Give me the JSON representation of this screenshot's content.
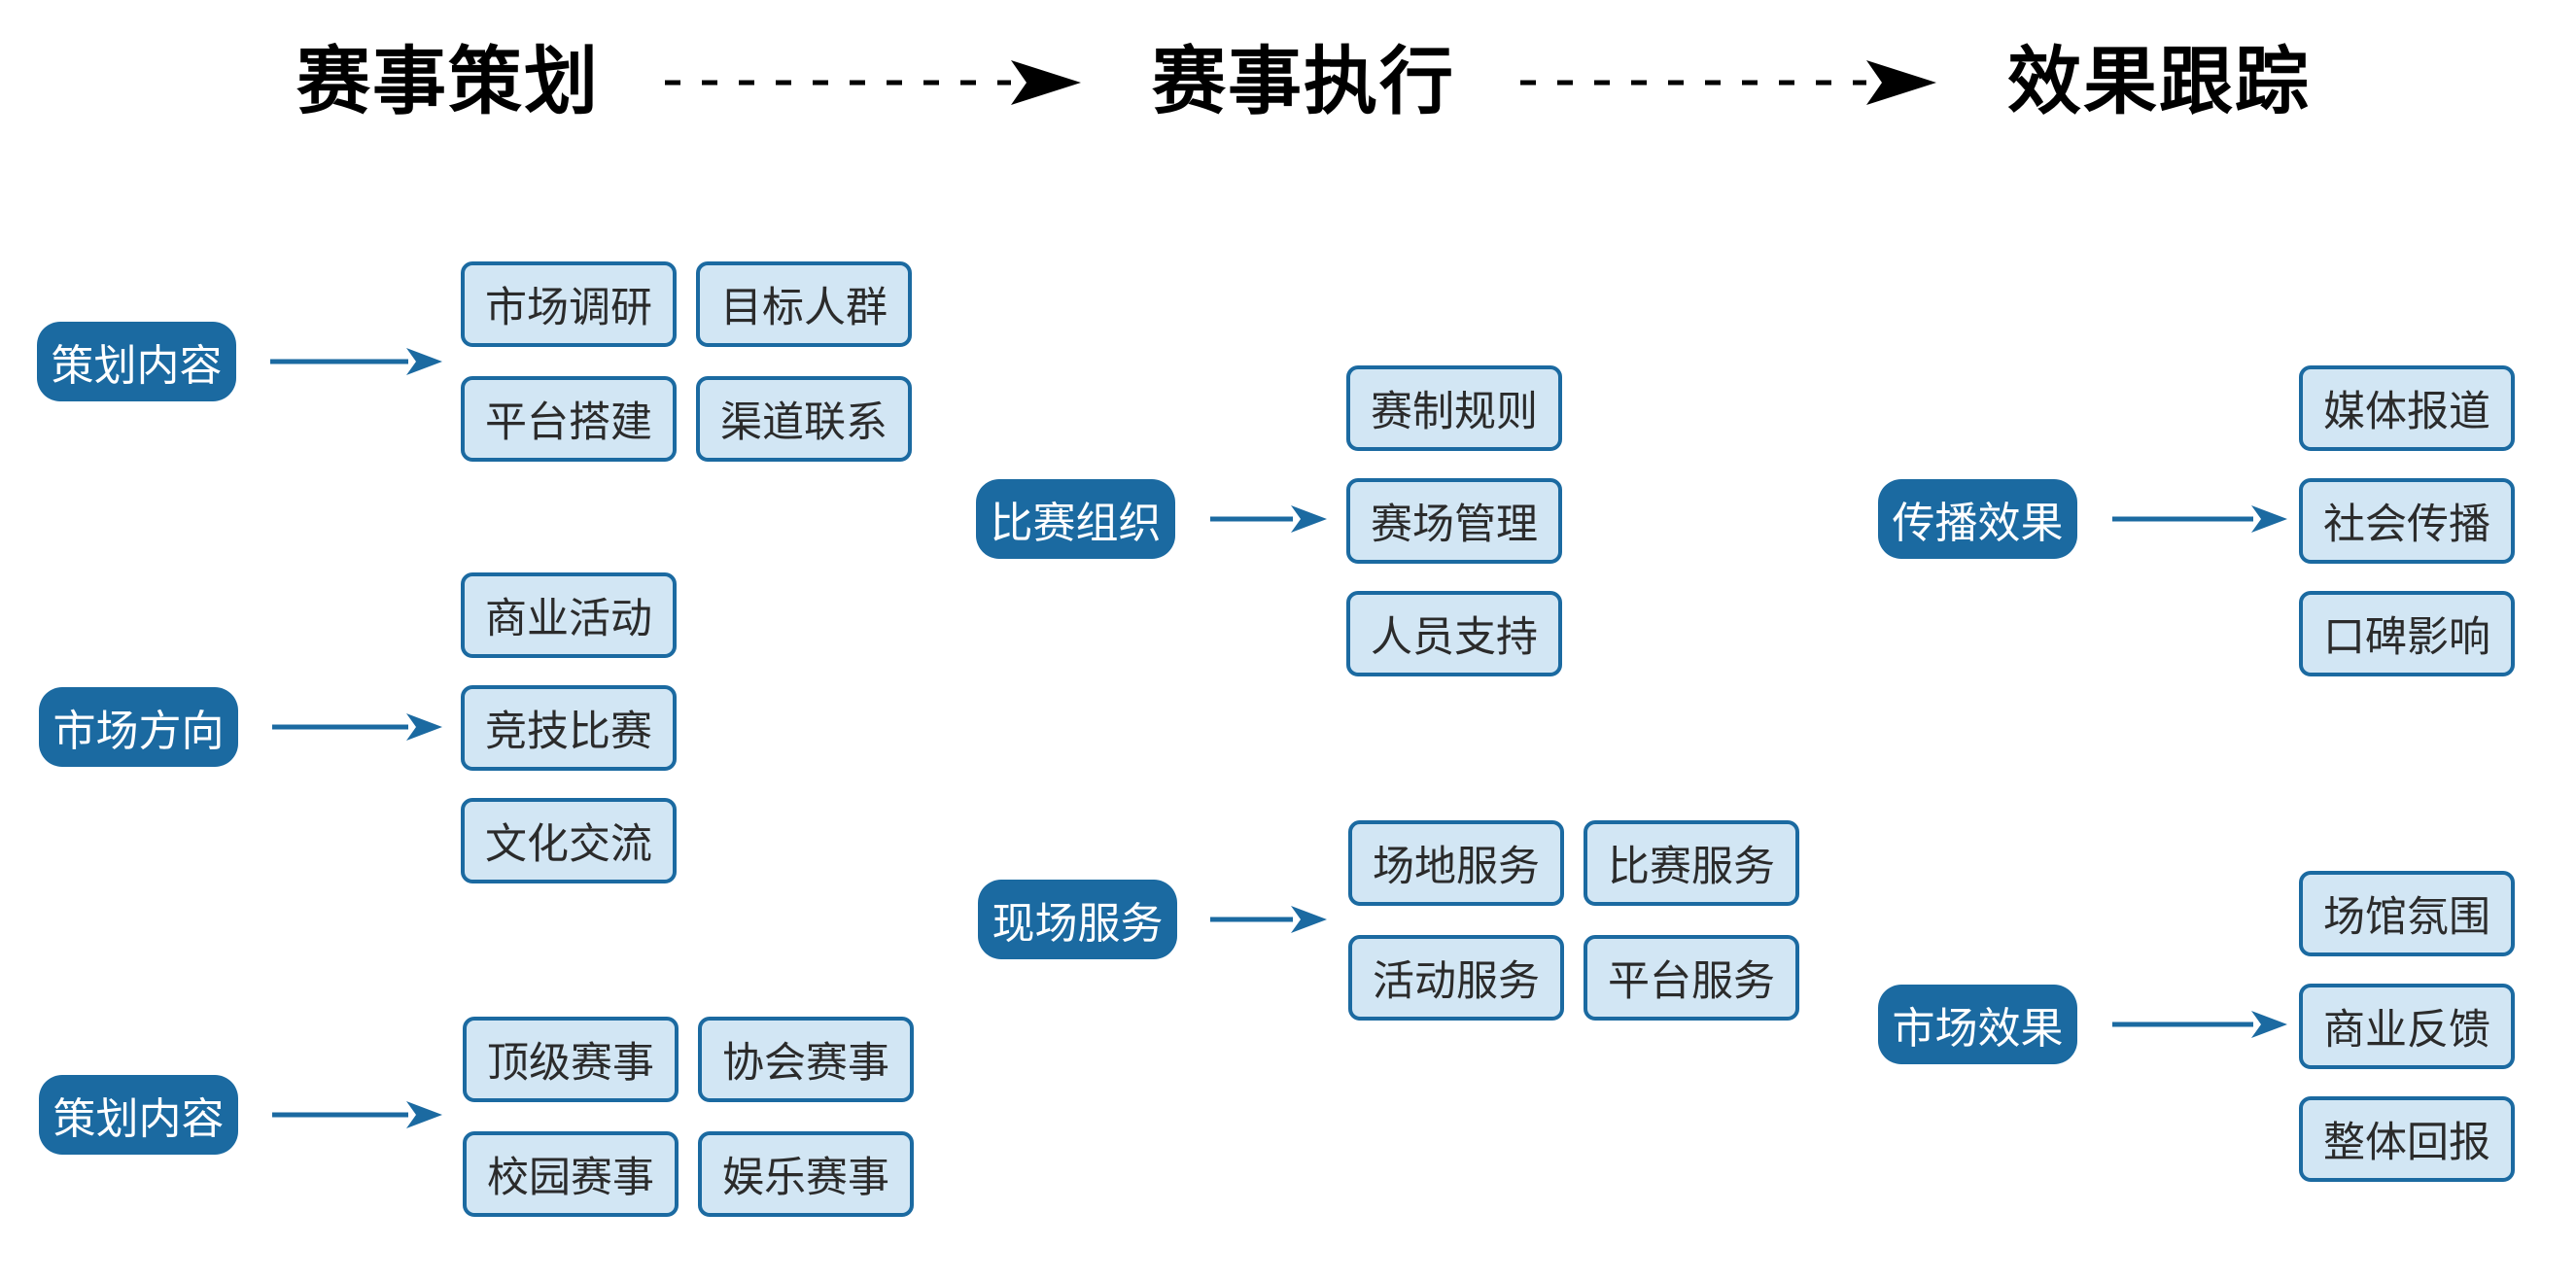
{
  "header": {
    "phases": [
      "赛事策划",
      "赛事执行",
      "效果跟踪"
    ]
  },
  "categories": {
    "plan_content_1": "策划内容",
    "market_direction": "市场方向",
    "plan_content_2": "策划内容",
    "match_org": "比赛组织",
    "onsite_service": "现场服务",
    "spread_effect": "传播效果",
    "market_effect": "市场效果"
  },
  "items": {
    "market_research": "市场调研",
    "target_group": "目标人群",
    "platform_build": "平台搭建",
    "channel_contact": "渠道联系",
    "business_activity": "商业活动",
    "competition": "竞技比赛",
    "culture_exchange": "文化交流",
    "top_events": "顶级赛事",
    "association_events": "协会赛事",
    "campus_events": "校园赛事",
    "entertainment_events": "娱乐赛事",
    "rules": "赛制规则",
    "venue_management": "赛场管理",
    "staff_support": "人员支持",
    "site_service": "场地服务",
    "match_service": "比赛服务",
    "activity_service": "活动服务",
    "platform_service": "平台服务",
    "media_report": "媒体报道",
    "social_spread": "社会传播",
    "word_of_mouth": "口碑影响",
    "venue_atmosphere": "场馆氛围",
    "business_feedback": "商业反馈",
    "overall_return": "整体回报"
  },
  "colors": {
    "category_fill": "#1b6aa1",
    "item_fill": "#d2e6f4",
    "item_border": "#1b6aa1",
    "arrow": "#1b6aa1",
    "header_text": "#000000"
  }
}
